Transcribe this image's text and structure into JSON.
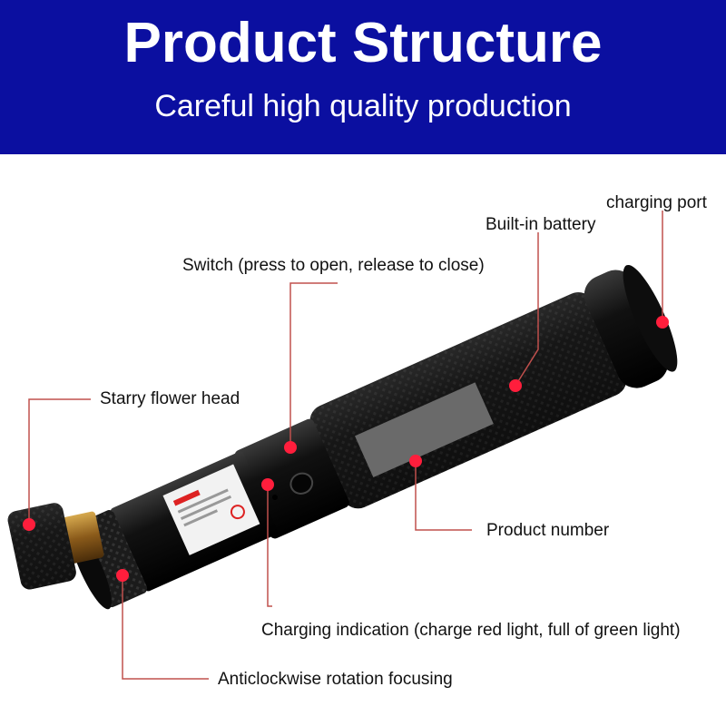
{
  "banner": {
    "title": "Product Structure",
    "subtitle": "Careful high quality production",
    "background_color": "#0b0fa0"
  },
  "callouts": {
    "charging_port": "charging port",
    "built_in_battery": "Built-in battery",
    "switch": "Switch (press to open, release to close)",
    "starry_flower_head": "Starry flower head",
    "product_number": "Product number",
    "charging_indication": "Charging indication (charge red light, full of green light)",
    "anticlockwise_rotation_focusing": "Anticlockwise rotation focusing"
  },
  "colors": {
    "leader_line": "#c0504d",
    "marker_dot": "#ff1e3c",
    "body": "#141414"
  }
}
